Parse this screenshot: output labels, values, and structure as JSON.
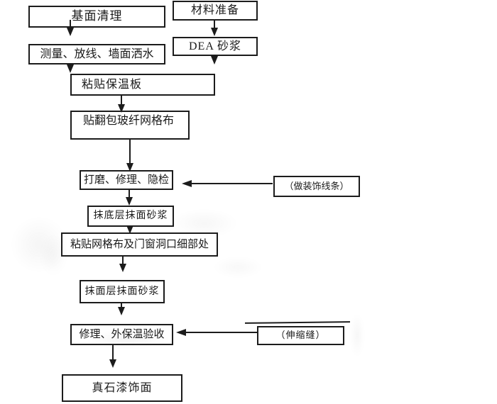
{
  "diagram": {
    "type": "flowchart",
    "language": "zh-CN",
    "nodes": [
      {
        "id": "base-clean",
        "label": "基面清理"
      },
      {
        "id": "material-prep",
        "label": "材料准备"
      },
      {
        "id": "measure-layout-water",
        "label": "测量、放线、墙面洒水"
      },
      {
        "id": "dea-mortar",
        "label": "DEA 砂浆"
      },
      {
        "id": "paste-insulation-board",
        "label": "粘贴保温板"
      },
      {
        "id": "wrap-fiberglass-mesh",
        "label": "贴翻包玻纤网格布"
      },
      {
        "id": "grind-repair-inspect",
        "label": "打磨、修理、隐检"
      },
      {
        "id": "decorative-lines",
        "label": "（做装饰线条）"
      },
      {
        "id": "base-coat-mortar",
        "label": "抹底层抹面砂浆"
      },
      {
        "id": "mesh-and-opening-detail",
        "label": "粘贴网格布及门窗洞口细部处"
      },
      {
        "id": "finish-coat-mortar",
        "label": "抹面层抹面砂浆"
      },
      {
        "id": "repair-acceptance",
        "label": "修理、外保温验收"
      },
      {
        "id": "expansion-joint",
        "label": "（伸缩缝）"
      },
      {
        "id": "stone-paint-finish",
        "label": "真石漆饰面"
      }
    ],
    "edges": [
      {
        "from": "base-clean",
        "to": "measure-layout-water",
        "direction": "down"
      },
      {
        "from": "material-prep",
        "to": "dea-mortar",
        "direction": "down"
      },
      {
        "from": "measure-layout-water",
        "to": "paste-insulation-board",
        "direction": "down"
      },
      {
        "from": "dea-mortar",
        "to": "paste-insulation-board",
        "direction": "down"
      },
      {
        "from": "paste-insulation-board",
        "to": "wrap-fiberglass-mesh",
        "direction": "down"
      },
      {
        "from": "wrap-fiberglass-mesh",
        "to": "grind-repair-inspect",
        "direction": "down"
      },
      {
        "from": "decorative-lines",
        "to": "grind-repair-inspect",
        "direction": "left"
      },
      {
        "from": "grind-repair-inspect",
        "to": "base-coat-mortar",
        "direction": "down"
      },
      {
        "from": "base-coat-mortar",
        "to": "mesh-and-opening-detail",
        "direction": "down"
      },
      {
        "from": "mesh-and-opening-detail",
        "to": "finish-coat-mortar",
        "direction": "down"
      },
      {
        "from": "finish-coat-mortar",
        "to": "repair-acceptance",
        "direction": "down"
      },
      {
        "from": "expansion-joint",
        "to": "repair-acceptance",
        "direction": "left"
      },
      {
        "from": "repair-acceptance",
        "to": "stone-paint-finish",
        "direction": "down"
      }
    ]
  },
  "colors": {
    "background": "#ffffff",
    "box_border": "#1c1c1c",
    "text": "#1a1a1a",
    "connector": "#1c1c1c"
  }
}
